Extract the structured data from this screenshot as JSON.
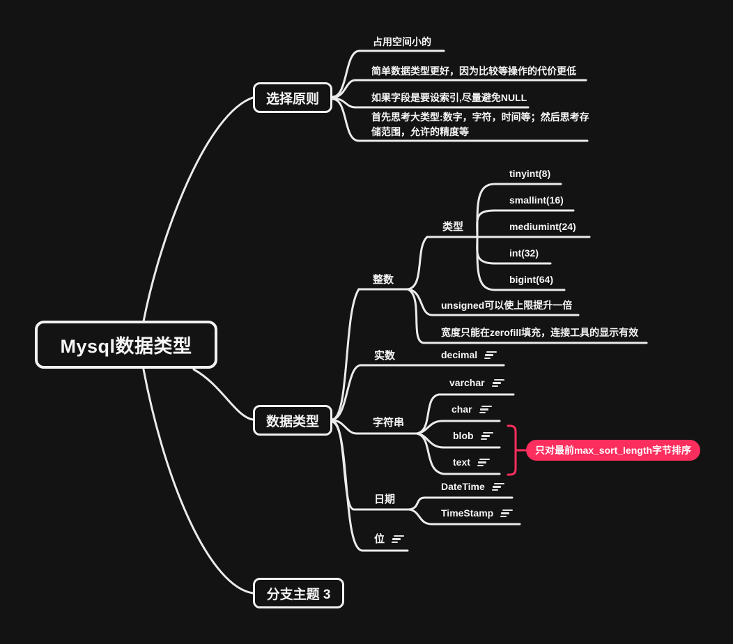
{
  "meta": {
    "background_color": "#131313",
    "line_color": "#ebebeb",
    "text_color": "#f5f5f5",
    "accent_color": "#fb2e5e"
  },
  "root": {
    "label": "Mysql数据类型"
  },
  "selection": {
    "label": "选择原则",
    "items": [
      "占用空间小的",
      "简单数据类型更好，因为比较等操作的代价更低",
      "如果字段是要设索引,尽量避免NULL",
      "首先思考大类型:数字，字符，时间等；然后思考存储范围，允许的精度等"
    ]
  },
  "datatypes": {
    "label": "数据类型",
    "integer": {
      "label": "整数",
      "types": {
        "label": "类型",
        "items": [
          "tinyint(8)",
          "smallint(16)",
          "mediumint(24)",
          "int(32)",
          "bigint(64)"
        ]
      },
      "notes": [
        "unsigned可以使上限提升一倍",
        "宽度只能在zerofill填充，连接工具的显示有效"
      ]
    },
    "real": {
      "label": "实数",
      "items": [
        "decimal"
      ]
    },
    "string": {
      "label": "字符串",
      "items": [
        "varchar",
        "char",
        "blob",
        "text"
      ]
    },
    "date": {
      "label": "日期",
      "items": [
        "DateTime",
        "TimeStamp"
      ]
    },
    "bit": {
      "label": "位"
    }
  },
  "branch3": {
    "label": "分支主题 3"
  },
  "callout": {
    "label": "只对最前max_sort_length字节排序"
  },
  "icons": {
    "notes": "notes-icon"
  }
}
